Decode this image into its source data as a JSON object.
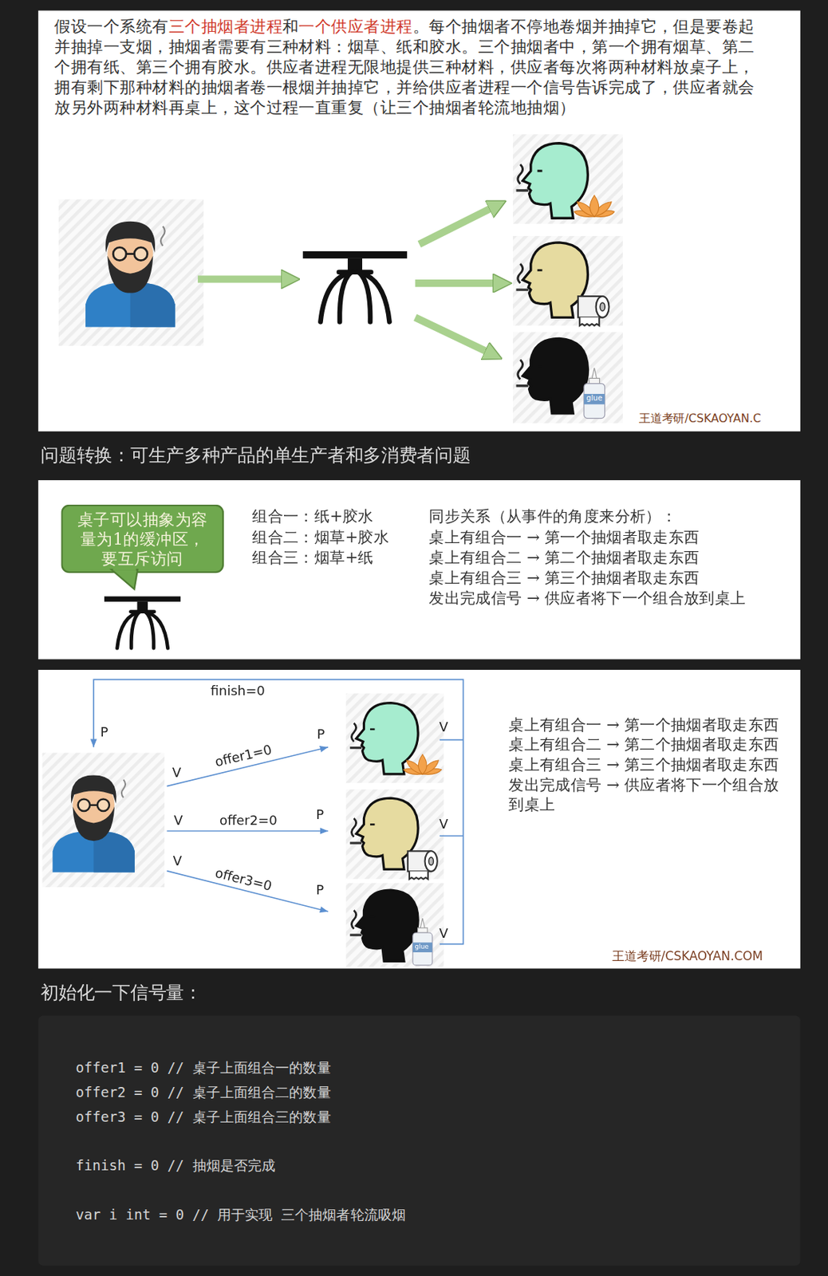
{
  "diagram": {
    "nodes": [
      {
        "text": [
          "桌子可以抽象为容量为1的缓冲区，要互斥访问"
        ]
      },
      {
        "text": [
          "offer1 = 0 // 桌子上面组合一的数量",
          "offer2 = 0 // 桌子上面组合二的数量",
          "offer3 = 0 // 桌子上面组合三的数量",
          "finish = 0 // 抽烟是否完成",
          "var i int = 0 // 用于实现 三个抽烟者轮流吸烟"
        ]
      }
    ],
    "labels": [
      "假设一个系统有",
      "三个抽烟者进程",
      "和",
      "一个供应者进程",
      "。每个抽烟者不停地卷烟并抽掉它，但是要卷起并抽掉一支烟，抽烟者需要有三种材料：烟草、纸和胶水。三个抽烟者中，第一个拥有烟草、第二个拥有纸、第三个拥有胶水。供应者进程无限地提供三种材料，供应者每次将两种材料放桌子上，拥有剩下那种材料的抽烟者卷一根烟并抽掉它，并给供应者进程一个信号告诉完成了，供应者就会放另外两种材料再桌上，这个过程一直重复（让三个抽烟者轮流地抽烟）",
      "glue",
      "王道考研/CSKAOYAN.C",
      "问题转换：可生产多种产品的单生产者和多消费者问题",
      "组合一：纸+胶水",
      "组合二：烟草+胶水",
      "组合三：烟草+纸",
      "同步关系（从事件的角度来分析）：",
      "桌上有组合一 → 第一个抽烟者取走东西",
      "桌上有组合二 → 第二个抽烟者取走东西",
      "桌上有组合三 → 第三个抽烟者取走东西",
      "发出完成信号 → 供应者将下一个组合放到桌上",
      "finish=0",
      "P",
      "V",
      "offer1=0",
      "P",
      "V",
      "V",
      "offer2=0",
      "P",
      "V",
      "V",
      "offer3=0",
      "P",
      "glue",
      "V",
      "桌上有组合一 → 第一个抽烟者取走东西",
      "桌上有组合二 → 第二个抽烟者取走东西",
      "桌上有组合三 → 第三个抽烟者取走东西",
      "发出完成信号 → 供应者将下一个组合放到桌上",
      "王道考研/CSKAOYAN.COM",
      "初始化一下信号量："
    ]
  }
}
